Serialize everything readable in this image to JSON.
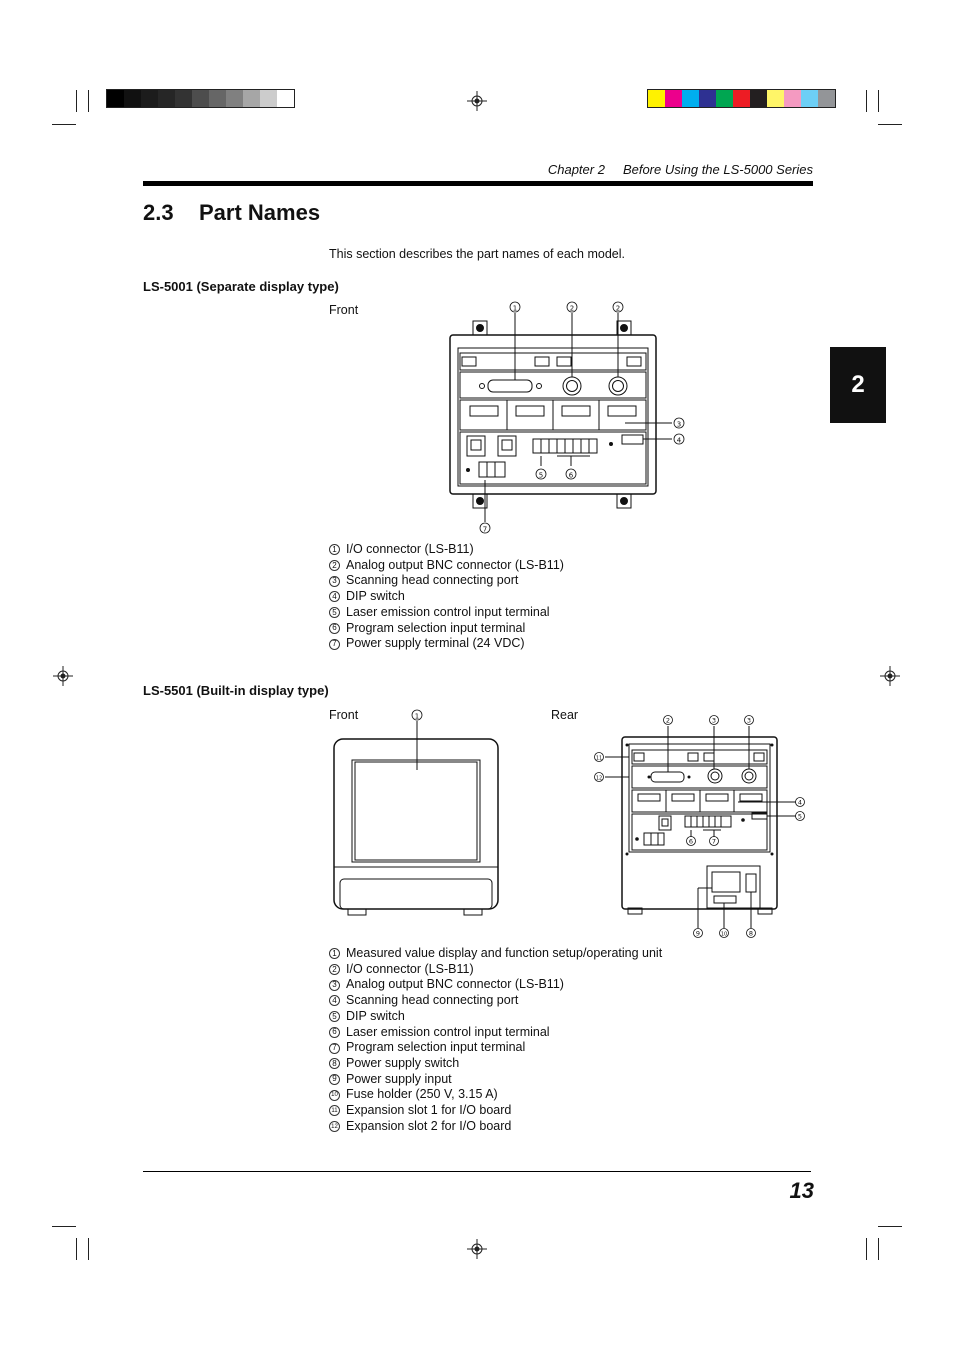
{
  "marks": {
    "gray_swatches": [
      "#000000",
      "#111111",
      "#1c1c1c",
      "#262626",
      "#333333",
      "#4d4d4d",
      "#666666",
      "#808080",
      "#a6a6a6",
      "#cccccc",
      "#ffffff"
    ],
    "color_swatches": [
      "#fff200",
      "#ec008c",
      "#00aeef",
      "#2e3192",
      "#00a651",
      "#ed1c24",
      "#231f20",
      "#fff568",
      "#f49ac1",
      "#6dcff6",
      "#939598"
    ]
  },
  "header": {
    "chapter": "Chapter 2",
    "chapter_title": "Before Using the LS-5000 Series"
  },
  "section": {
    "number": "2.3",
    "title": "Part Names"
  },
  "chapter_tab": "2",
  "intro": "This section describes the part names of each model.",
  "ls5001": {
    "heading": "LS-5001 (Separate display type)",
    "front_label": "Front",
    "parts": [
      {
        "n": "1",
        "text": "I/O connector (LS-B11)"
      },
      {
        "n": "2",
        "text": "Analog output BNC connector (LS-B11)"
      },
      {
        "n": "3",
        "text": "Scanning head connecting port"
      },
      {
        "n": "4",
        "text": "DIP switch"
      },
      {
        "n": "5",
        "text": "Laser emission control input terminal"
      },
      {
        "n": "6",
        "text": "Program selection input terminal"
      },
      {
        "n": "7",
        "text": "Power supply terminal (24 VDC)"
      }
    ]
  },
  "ls5501": {
    "heading": "LS-5501 (Built-in display type)",
    "front_label": "Front",
    "rear_label": "Rear",
    "parts": [
      {
        "n": "1",
        "text": "Measured value display and function setup/operating unit"
      },
      {
        "n": "2",
        "text": "I/O connector (LS-B11)"
      },
      {
        "n": "3",
        "text": "Analog output BNC connector (LS-B11)"
      },
      {
        "n": "4",
        "text": "Scanning head connecting port"
      },
      {
        "n": "5",
        "text": "DIP switch"
      },
      {
        "n": "6",
        "text": "Laser emission control input terminal"
      },
      {
        "n": "7",
        "text": "Program selection input terminal"
      },
      {
        "n": "8",
        "text": "Power supply switch"
      },
      {
        "n": "9",
        "text": "Power supply input"
      },
      {
        "n": "10",
        "text": "Fuse holder (250 V, 3.15 A)"
      },
      {
        "n": "11",
        "text": "Expansion slot 1 for I/O board"
      },
      {
        "n": "12",
        "text": "Expansion slot 2 for I/O board"
      }
    ]
  },
  "page_number": "13"
}
